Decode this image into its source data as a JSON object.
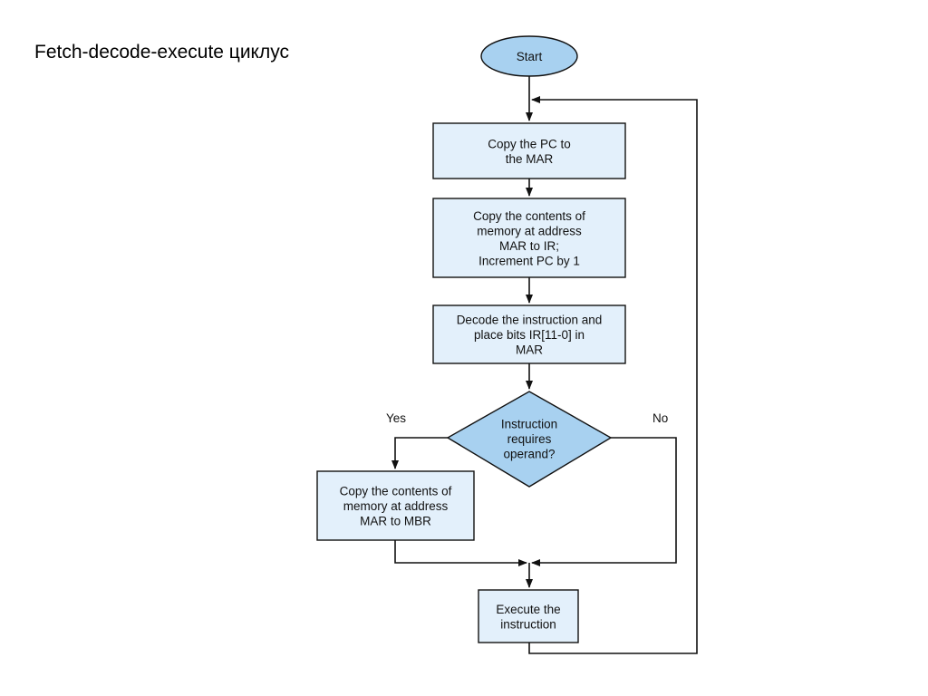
{
  "title": "Fetch-decode-execute циклус",
  "colors": {
    "node_fill": "#e3f0fb",
    "decision_fill": "#a8d1f0",
    "start_fill": "#a8d1f0",
    "stroke": "#111111"
  },
  "nodes": {
    "start": {
      "lines": [
        "Start"
      ]
    },
    "copy_pc": {
      "lines": [
        "Copy the PC to",
        "the MAR"
      ]
    },
    "fetch": {
      "lines": [
        "Copy the contents of",
        "memory at address",
        "MAR to IR;",
        "Increment PC by 1"
      ]
    },
    "decode": {
      "lines": [
        "Decode the instruction and",
        "place bits IR[11-0] in",
        "MAR"
      ]
    },
    "decision": {
      "lines": [
        "Instruction",
        "requires",
        "operand?"
      ]
    },
    "operand": {
      "lines": [
        "Copy the contents of",
        "memory at address",
        "MAR to MBR"
      ]
    },
    "execute": {
      "lines": [
        "Execute the",
        "instruction"
      ]
    }
  },
  "labels": {
    "yes": "Yes",
    "no": "No"
  }
}
